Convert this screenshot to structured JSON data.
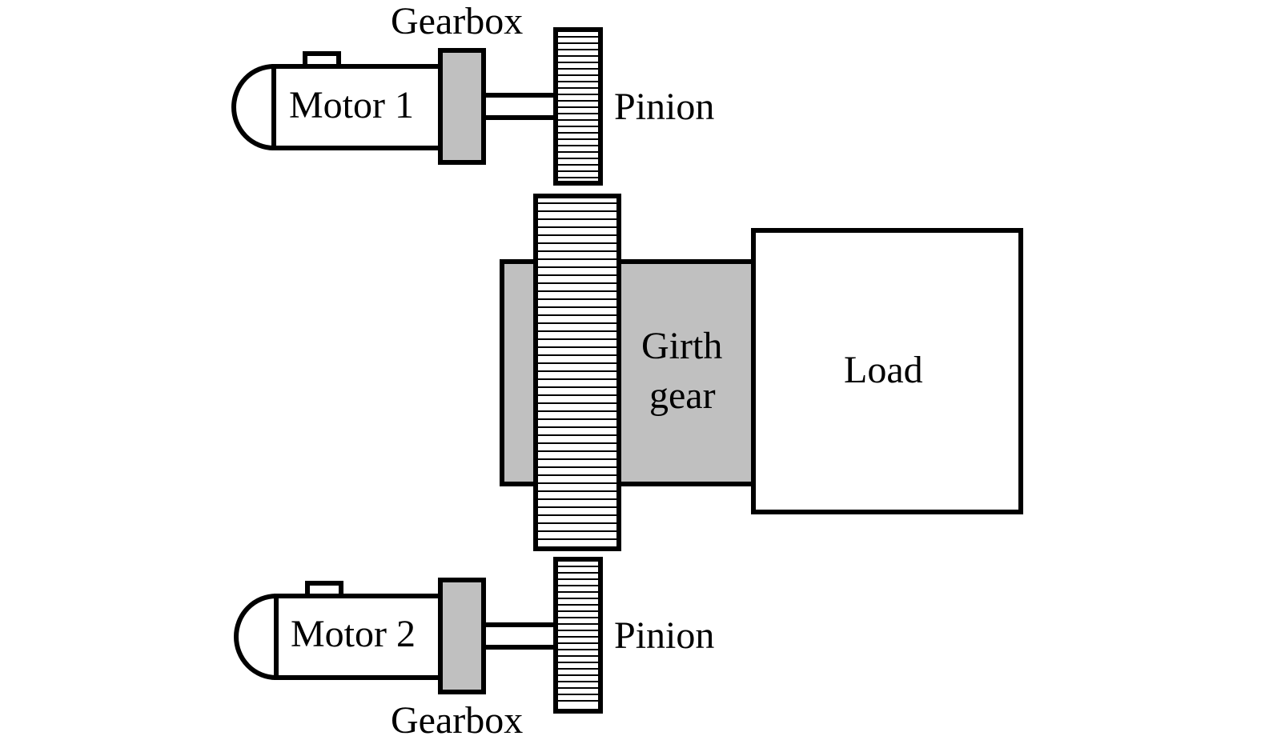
{
  "diagram": {
    "title": "",
    "colors": {
      "line": "#000000",
      "gearbox_fill": "#c0c0c0",
      "body_fill": "#ffffff"
    },
    "components": {
      "motor1": {
        "label": "Motor 1"
      },
      "motor2": {
        "label": "Motor 2"
      },
      "gearbox_top": {
        "label": "Gearbox"
      },
      "gearbox_bottom": {
        "label": "Gearbox"
      },
      "pinion_top": {
        "label": "Pinion"
      },
      "pinion_bottom": {
        "label": "Pinion"
      },
      "girth_gear": {
        "label_line1": "Girth",
        "label_line2": "gear"
      },
      "load": {
        "label": "Load"
      }
    },
    "connections": [
      {
        "from": "Motor 1",
        "to": "Gearbox"
      },
      {
        "from": "Gearbox",
        "to": "Pinion"
      },
      {
        "from": "Pinion",
        "to": "Girth gear"
      },
      {
        "from": "Motor 2",
        "to": "Gearbox"
      },
      {
        "from": "Gearbox",
        "to": "Pinion"
      },
      {
        "from": "Pinion",
        "to": "Girth gear"
      },
      {
        "from": "Girth gear",
        "to": "Load"
      }
    ]
  }
}
